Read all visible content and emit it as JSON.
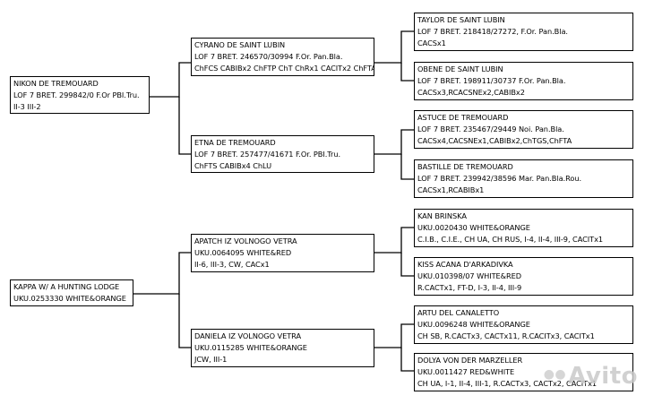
{
  "pedigree": {
    "sire": {
      "name": "NIKON DE TREMOUARD",
      "reg": "LOF 7 BRET. 299842/0 F.Or PBI.Tru.",
      "titles": "II-3 III-2",
      "sire": {
        "name": "CYRANO DE SAINT LUBIN",
        "reg": "LOF 7 BRET. 246570/30994 F.Or. Pan.Bla.",
        "titles": "ChFCS CABIBx2 ChFTP ChT ChRx1 CACITx2 ChFTA",
        "sire": {
          "name": "TAYLOR DE SAINT LUBIN",
          "reg": "LOF 7 BRET. 218418/27272, F.Or. Pan.Bla.",
          "titles": "CACSx1"
        },
        "dam": {
          "name": "OBENE DE SAINT LUBIN",
          "reg": "LOF 7 BRET. 198911/30737 F.Or. Pan.Bla.",
          "titles": "CACSx3,RCACSNEx2,CABIBx2"
        }
      },
      "dam": {
        "name": "ETNA DE TREMOUARD",
        "reg": "LOF 7 BRET. 257477/41671 F.Or. PBI.Tru.",
        "titles": "ChFTS CABIBx4 ChLU",
        "sire": {
          "name": "ASTUCE DE TREMOUARD",
          "reg": "LOF 7 BRET. 235467/29449 Noi. Pan.Bla.",
          "titles": "CACSx4,CACSNEx1,CABIBx2,ChTGS,ChFTA"
        },
        "dam": {
          "name": "BASTILLE DE TREMOUARD",
          "reg": "LOF 7 BRET. 239942/38596 Mar. Pan.Bla.Rou.",
          "titles": "CACSx1,RCABIBx1"
        }
      }
    },
    "dam": {
      "name": "KAPPA W/ A HUNTING LODGE",
      "reg": "UKU.0253330 WHITE&ORANGE",
      "sire": {
        "name": "APATCH IZ VOLNOGO VETRA",
        "reg": "UKU.0064095 WHITE&RED",
        "titles": "II-6, III-3, CW, CACx1",
        "sire": {
          "name": "KAN BRINSKA",
          "reg": "UKU.0020430 WHITE&ORANGE",
          "titles": "C.I.B., C.I.E., CH UA, CH RUS, I-4, II-4, III-9, CACITx1"
        },
        "dam": {
          "name": "KISS ACANA D'ARKADIVKA",
          "reg": "UKU.010398/07 WHITE&RED",
          "titles": "R.CACTx1, FT-D, I-3, II-4, III-9"
        }
      },
      "dam": {
        "name": "DANIELA IZ VOLNOGO VETRA",
        "reg": "UKU.0115285 WHITE&ORANGE",
        "titles": "JCW, III-1",
        "sire": {
          "name": "ARTU DEL CANALETTO",
          "reg": "UKU.0096248 WHITE&ORANGE",
          "titles": "CH SB, R.CACTx3, CACTx11, R.CACITx3, CACITx1"
        },
        "dam": {
          "name": "DOLYA VON DER MARZELLER",
          "reg": "UKU.0011427 RED&WHITE",
          "titles": "CH UA, I-1, II-4, III-1, R.CACTx3, CACTx2, CACITx1"
        }
      }
    }
  },
  "watermark": {
    "brand": "Avito"
  }
}
